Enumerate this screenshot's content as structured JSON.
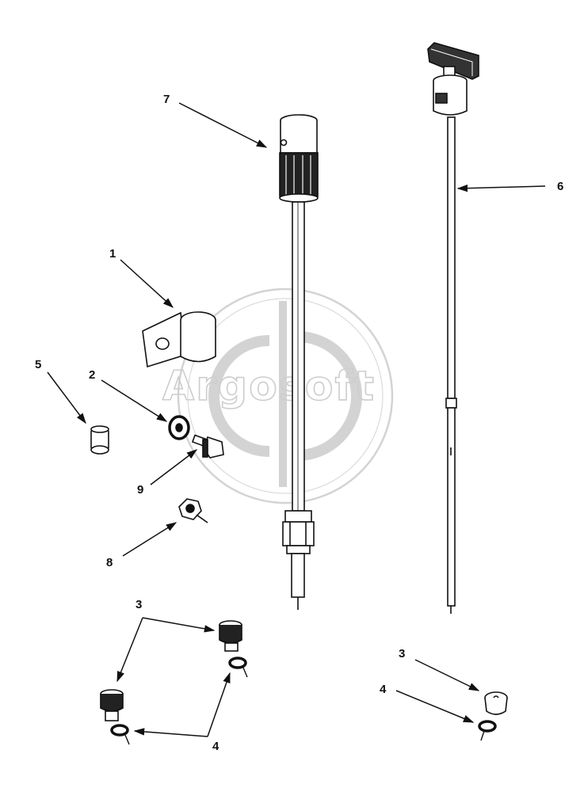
{
  "diagram": {
    "callouts": {
      "c1": "1",
      "c2": "2",
      "c3a": "3",
      "c3b": "3",
      "c4a": "4",
      "c4b": "4",
      "c5": "5",
      "c6": "6",
      "c7": "7",
      "c8": "8",
      "c9": "9"
    },
    "watermark": {
      "text": "Argosoft"
    },
    "colors": {
      "line": "#111111",
      "watermark": "#c8c8c8"
    }
  }
}
